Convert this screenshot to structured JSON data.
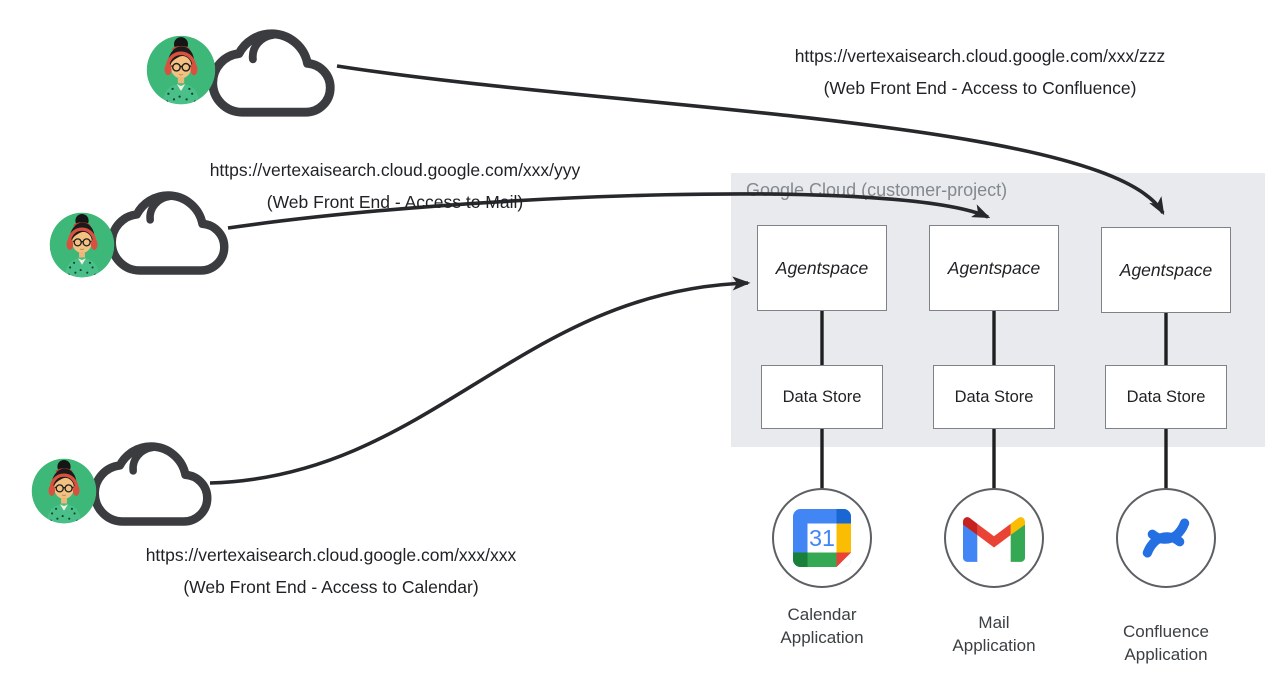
{
  "panel": {
    "label": "Google Cloud (customer-project)"
  },
  "requests": [
    {
      "url": "https://vertexaisearch.cloud.google.com/xxx/zzz",
      "caption": "(Web Front End - Access to Confluence)"
    },
    {
      "url": "https://vertexaisearch.cloud.google.com/xxx/yyy",
      "caption": "(Web Front End - Access to Mail)"
    },
    {
      "url": "https://vertexaisearch.cloud.google.com/xxx/xxx",
      "caption": "(Web Front End - Access to Calendar)"
    }
  ],
  "columns": [
    {
      "agent": "Agentspace",
      "store": "Data Store",
      "app_line1": "Calendar",
      "app_line2": "Application",
      "icon": "google-calendar-icon"
    },
    {
      "agent": "Agentspace",
      "store": "Data Store",
      "app_line1": "Mail",
      "app_line2": "Application",
      "icon": "gmail-icon"
    },
    {
      "agent": "Agentspace",
      "store": "Data Store",
      "app_line1": "Confluence",
      "app_line2": "Application",
      "icon": "confluence-icon"
    }
  ],
  "calendar_icon": {
    "day": "31"
  },
  "icons": {
    "user": "user-avatar-icon",
    "connection": "cloud-icon",
    "calendar": "google-calendar-icon",
    "mail": "gmail-icon",
    "confluence": "confluence-icon"
  },
  "colors": {
    "panel_bg": "#e8eaed",
    "panel_label": "#84898f",
    "arrow": "#26282b",
    "google_blue": "#4285F4",
    "google_dark_blue": "#1967D2",
    "google_red": "#EA4335",
    "google_dark_red": "#C5221F",
    "google_yellow": "#FBBC04",
    "google_green": "#34A853",
    "google_dark_green": "#188038",
    "confluence_blue": "#2470E2",
    "avatar_green": "#3eb878",
    "cloud_stroke": "#3a3c40"
  }
}
